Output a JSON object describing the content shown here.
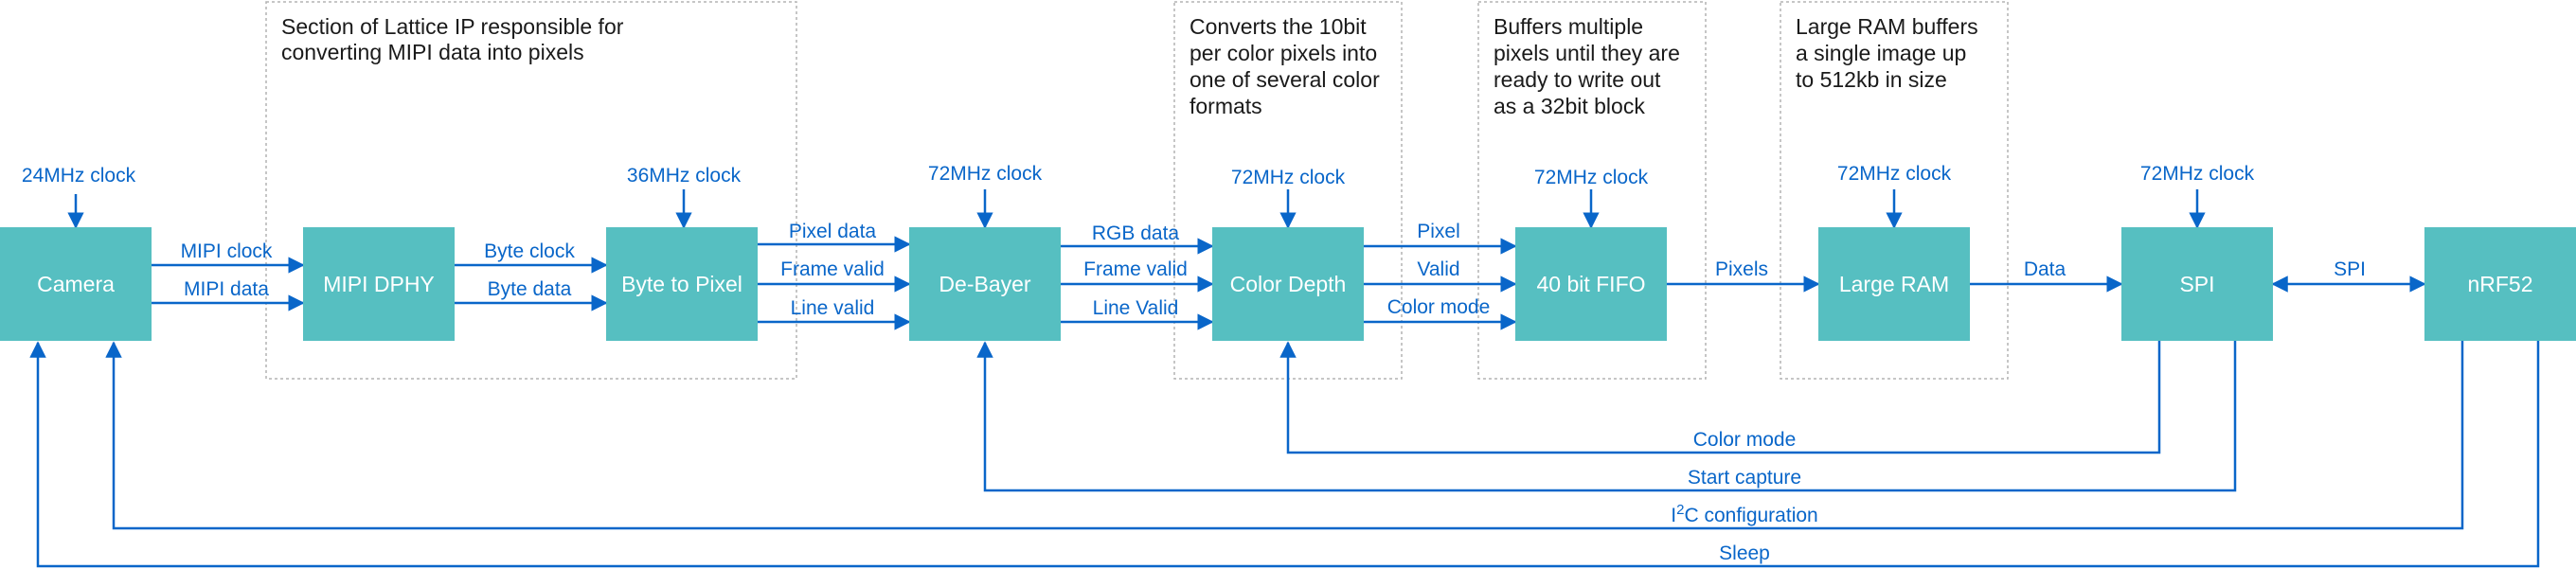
{
  "blocks": {
    "camera": "Camera",
    "mipi_dphy": "MIPI DPHY",
    "byte_to_pixel": "Byte to Pixel",
    "debayer": "De-Bayer",
    "color_depth": "Color Depth",
    "fifo": "40 bit FIFO",
    "large_ram": "Large RAM",
    "spi": "SPI",
    "nrf52": "nRF52"
  },
  "notes": {
    "lattice": [
      "Section of Lattice IP responsible for",
      "converting MIPI data into pixels"
    ],
    "color_depth": [
      "Converts the 10bit",
      "per color pixels into",
      "one of several color",
      "formats"
    ],
    "fifo": [
      "Buffers multiple",
      "pixels until they are",
      "ready to write out",
      "as a 32bit block"
    ],
    "ram": [
      "Large RAM buffers",
      "a single image up",
      "to 512kb in size"
    ]
  },
  "clocks": {
    "camera": "24MHz clock",
    "byte_to_pixel": "36MHz clock",
    "debayer": "72MHz clock",
    "color_depth": "72MHz clock",
    "fifo": "72MHz clock",
    "large_ram": "72MHz clock",
    "spi": "72MHz clock"
  },
  "signals": {
    "mipi_clock": "MIPI clock",
    "mipi_data": "MIPI data",
    "byte_clock": "Byte clock",
    "byte_data": "Byte data",
    "pixel_data": "Pixel data",
    "frame_valid_1": "Frame valid",
    "line_valid_1": "Line valid",
    "rgb_data": "RGB data",
    "frame_valid_2": "Frame valid",
    "line_valid_2": "Line Valid",
    "pixel": "Pixel",
    "valid": "Valid",
    "color_mode_fwd": "Color mode",
    "pixels": "Pixels",
    "data": "Data",
    "spi": "SPI"
  },
  "feedback": {
    "color_mode": "Color mode",
    "start_capture": "Start capture",
    "i2c_prefix": "I",
    "i2c_sup": "2",
    "i2c_rest": "C configuration",
    "sleep": "Sleep"
  },
  "colors": {
    "block_fill": "#56bfc1",
    "line": "#0966c9",
    "note_border": "#b3b3b3"
  }
}
